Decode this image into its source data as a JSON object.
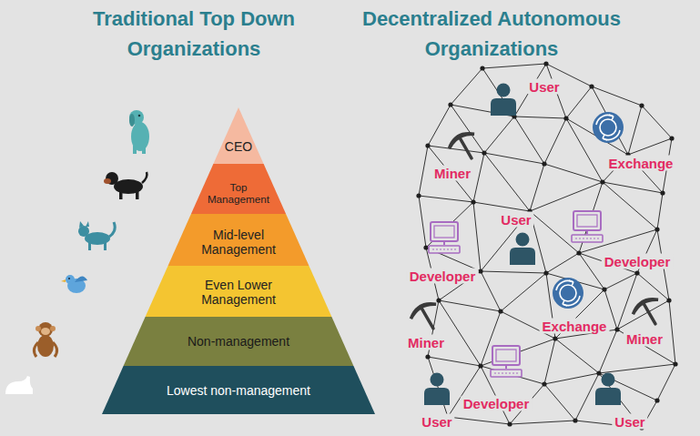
{
  "diagram": {
    "nodes": [
      {
        "text": [
          "CEO"
        ]
      },
      {
        "text": [
          "Top Management"
        ]
      },
      {
        "text": [
          "Mid-level Management"
        ]
      },
      {
        "text": [
          "Even Lower Management"
        ]
      },
      {
        "text": [
          "Non-management"
        ]
      },
      {
        "text": [
          "Lowest non-management"
        ]
      }
    ],
    "labels": [
      "Traditional Top Down Organizations",
      "Decentralized Autonomous Organizations",
      "User",
      "Miner",
      "Exchange",
      "Developer",
      "User",
      "Developer",
      "Exchange",
      "Miner",
      "Miner",
      "Developer",
      "User",
      "User"
    ]
  }
}
